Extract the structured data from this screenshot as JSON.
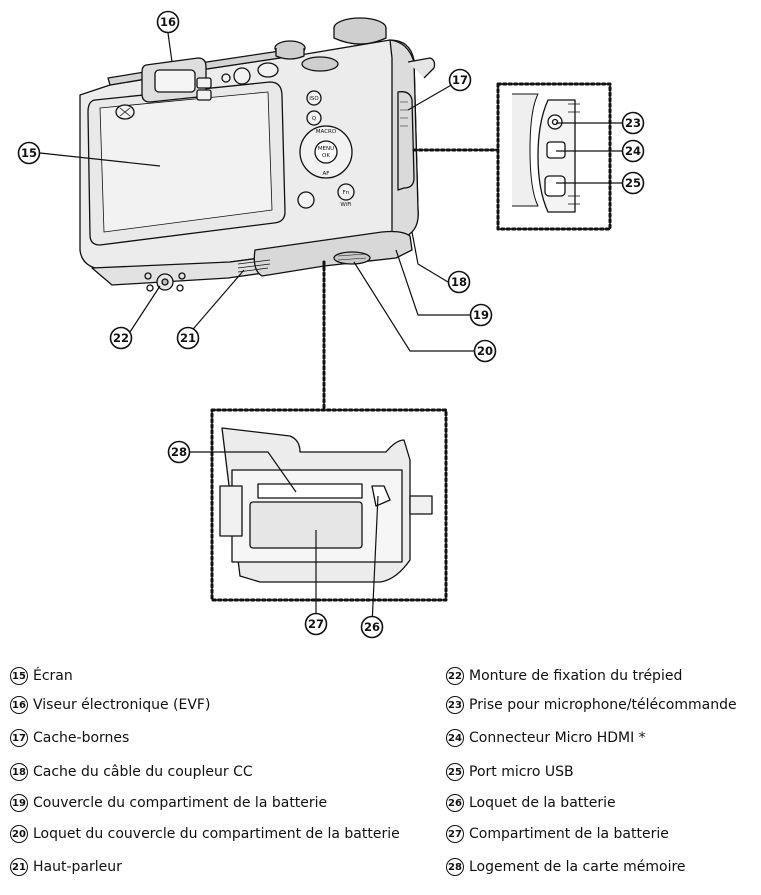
{
  "callouts": [
    "15",
    "16",
    "17",
    "18",
    "19",
    "20",
    "21",
    "22",
    "23",
    "24",
    "25",
    "26",
    "27",
    "28"
  ],
  "camera_labels": {
    "iso": "ISO",
    "q": "Q",
    "macro": "MACRO",
    "menu": "MENU",
    "ok": "OK",
    "af": "AF",
    "fn": "Fn",
    "wifi": "WiFi"
  },
  "legend": [
    {
      "num": "15",
      "text": "Écran"
    },
    {
      "num": "16",
      "text": "Viseur électronique (EVF)"
    },
    {
      "num": "17",
      "text": "Cache-bornes"
    },
    {
      "num": "18",
      "text": "Cache du câble du coupleur CC"
    },
    {
      "num": "19",
      "text": "Couvercle du compartiment de la batterie"
    },
    {
      "num": "20",
      "text": "Loquet du couvercle du compartiment de la batterie"
    },
    {
      "num": "21",
      "text": "Haut-parleur"
    },
    {
      "num": "22",
      "text": "Monture de fixation du trépied"
    },
    {
      "num": "23",
      "text": "Prise pour microphone/télécommande"
    },
    {
      "num": "24",
      "text": "Connecteur Micro HDMI *"
    },
    {
      "num": "25",
      "text": "Port micro USB"
    },
    {
      "num": "26",
      "text": "Loquet de la batterie"
    },
    {
      "num": "27",
      "text": "Compartiment de la batterie"
    },
    {
      "num": "28",
      "text": "Logement de la carte mémoire"
    }
  ]
}
